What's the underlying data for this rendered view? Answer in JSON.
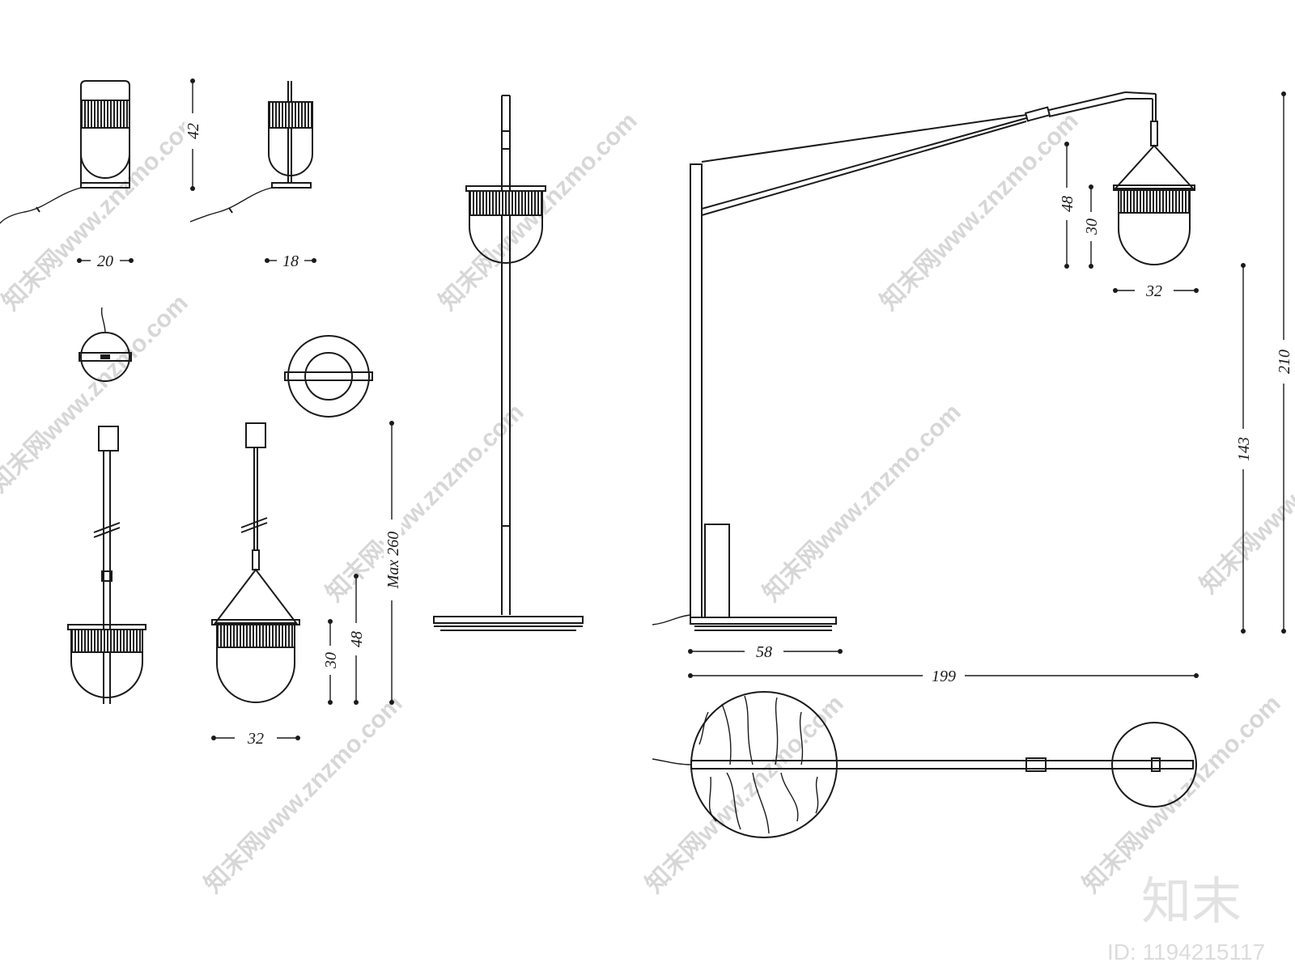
{
  "dimensions": {
    "table_width_front": "20",
    "table_width_side": "18",
    "table_height": "42",
    "pendant_shade_height": "30",
    "pendant_total_height": "48",
    "pendant_max_drop": "Max 260",
    "pendant_width": "32",
    "floor_shade_total_height": "48",
    "floor_shade_height": "30",
    "floor_shade_width": "32",
    "floor_base_width": "58",
    "floor_reach": "199",
    "floor_hang_height": "143",
    "floor_total_height": "210"
  },
  "watermark": {
    "site_text": "知末网www.znzmo.com",
    "brand_text": "知末",
    "image_id": "ID: 1194215117"
  }
}
